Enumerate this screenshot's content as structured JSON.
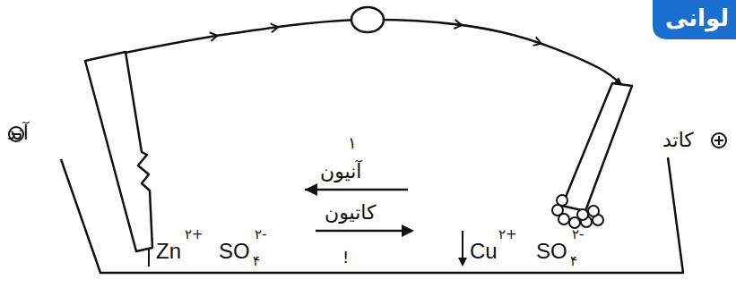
{
  "diagram": {
    "nodes": [
      {
        "text": [
          "آند"
        ]
      },
      {
        "text": [
          "کاتد"
        ]
      }
    ],
    "edges": [
      {
        "from": 0,
        "to": 1,
        "arrow": "to"
      }
    ],
    "labels": [
      "لوانی",
      "۱",
      "آنیون",
      "کاتیون",
      "!",
      "Zn",
      "۲+",
      "SO",
      "۴",
      "۲-",
      "Cu",
      "۲+",
      "SO",
      "۴",
      "۲-"
    ]
  }
}
